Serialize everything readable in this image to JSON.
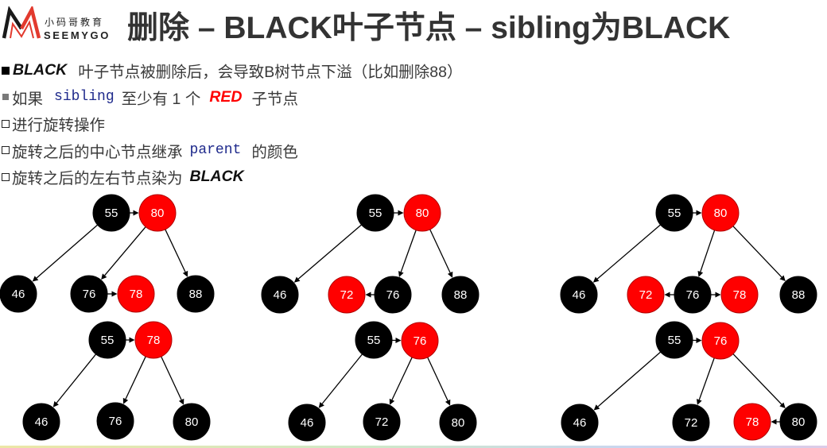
{
  "header": {
    "logo": {
      "icon": "seemygo-m-logo",
      "cn": "小码哥教育",
      "en": "SEEMYGO"
    },
    "title": "删除 – BLACK叶子节点 – sibling为BLACK"
  },
  "bullets": [
    {
      "keyword": "BLACK",
      "text": "叶子节点被删除后，会导致B树节点下溢（比如删除88）"
    },
    {
      "prefix": "如果",
      "code": "sibling",
      "middle": "至少有 1 个",
      "keyword": "RED",
      "suffix": "子节点"
    },
    {
      "text": "进行旋转操作"
    },
    {
      "prefix": "旋转之后的中心节点继承",
      "code": "parent",
      "suffix": "的颜色"
    },
    {
      "prefix": "旋转之后的左右节点染为",
      "keyword": "BLACK"
    }
  ],
  "colors": {
    "red_node": "#FF0000",
    "black_node": "#000000",
    "red_node_border": "#B00000",
    "code_text": "#1F2A8C",
    "red_keyword": "#FF0000"
  },
  "diagrams": [
    {
      "nodes": [
        {
          "label": "55",
          "color": "black"
        },
        {
          "label": "80",
          "color": "red"
        },
        {
          "label": "46",
          "color": "black"
        },
        {
          "label": "76",
          "color": "black"
        },
        {
          "label": "78",
          "color": "red"
        },
        {
          "label": "88",
          "color": "black"
        }
      ],
      "links": [
        [
          "55",
          "80"
        ],
        [
          "76",
          "78"
        ]
      ],
      "edges": [
        [
          "55",
          "46"
        ],
        [
          "80",
          "76"
        ],
        [
          "80",
          "88"
        ]
      ]
    },
    {
      "nodes": [
        {
          "label": "55",
          "color": "black"
        },
        {
          "label": "80",
          "color": "red"
        },
        {
          "label": "46",
          "color": "black"
        },
        {
          "label": "72",
          "color": "red"
        },
        {
          "label": "76",
          "color": "black"
        },
        {
          "label": "88",
          "color": "black"
        }
      ],
      "links": [
        [
          "55",
          "80"
        ],
        [
          "76",
          "72"
        ]
      ],
      "edges": [
        [
          "55",
          "46"
        ],
        [
          "80",
          "76"
        ],
        [
          "80",
          "88"
        ]
      ]
    },
    {
      "nodes": [
        {
          "label": "55",
          "color": "black"
        },
        {
          "label": "80",
          "color": "red"
        },
        {
          "label": "46",
          "color": "black"
        },
        {
          "label": "72",
          "color": "red"
        },
        {
          "label": "76",
          "color": "black"
        },
        {
          "label": "78",
          "color": "red"
        },
        {
          "label": "88",
          "color": "black"
        }
      ],
      "links": [
        [
          "55",
          "80"
        ],
        [
          "76",
          "72"
        ],
        [
          "76",
          "78"
        ]
      ],
      "edges": [
        [
          "55",
          "46"
        ],
        [
          "80",
          "76"
        ],
        [
          "80",
          "88"
        ]
      ]
    },
    {
      "nodes": [
        {
          "label": "55",
          "color": "black"
        },
        {
          "label": "78",
          "color": "red"
        },
        {
          "label": "46",
          "color": "black"
        },
        {
          "label": "76",
          "color": "black"
        },
        {
          "label": "80",
          "color": "black"
        }
      ],
      "links": [
        [
          "55",
          "78"
        ]
      ],
      "edges": [
        [
          "55",
          "46"
        ],
        [
          "78",
          "76"
        ],
        [
          "78",
          "80"
        ]
      ]
    },
    {
      "nodes": [
        {
          "label": "55",
          "color": "black"
        },
        {
          "label": "76",
          "color": "red"
        },
        {
          "label": "46",
          "color": "black"
        },
        {
          "label": "72",
          "color": "black"
        },
        {
          "label": "80",
          "color": "black"
        }
      ],
      "links": [
        [
          "55",
          "76"
        ]
      ],
      "edges": [
        [
          "55",
          "46"
        ],
        [
          "76",
          "72"
        ],
        [
          "76",
          "80"
        ]
      ]
    },
    {
      "nodes": [
        {
          "label": "55",
          "color": "black"
        },
        {
          "label": "76",
          "color": "red"
        },
        {
          "label": "46",
          "color": "black"
        },
        {
          "label": "72",
          "color": "black"
        },
        {
          "label": "78",
          "color": "red"
        },
        {
          "label": "80",
          "color": "black"
        }
      ],
      "links": [
        [
          "55",
          "76"
        ],
        [
          "80",
          "78"
        ]
      ],
      "edges": [
        [
          "55",
          "46"
        ],
        [
          "76",
          "72"
        ],
        [
          "76",
          "80"
        ]
      ]
    }
  ]
}
